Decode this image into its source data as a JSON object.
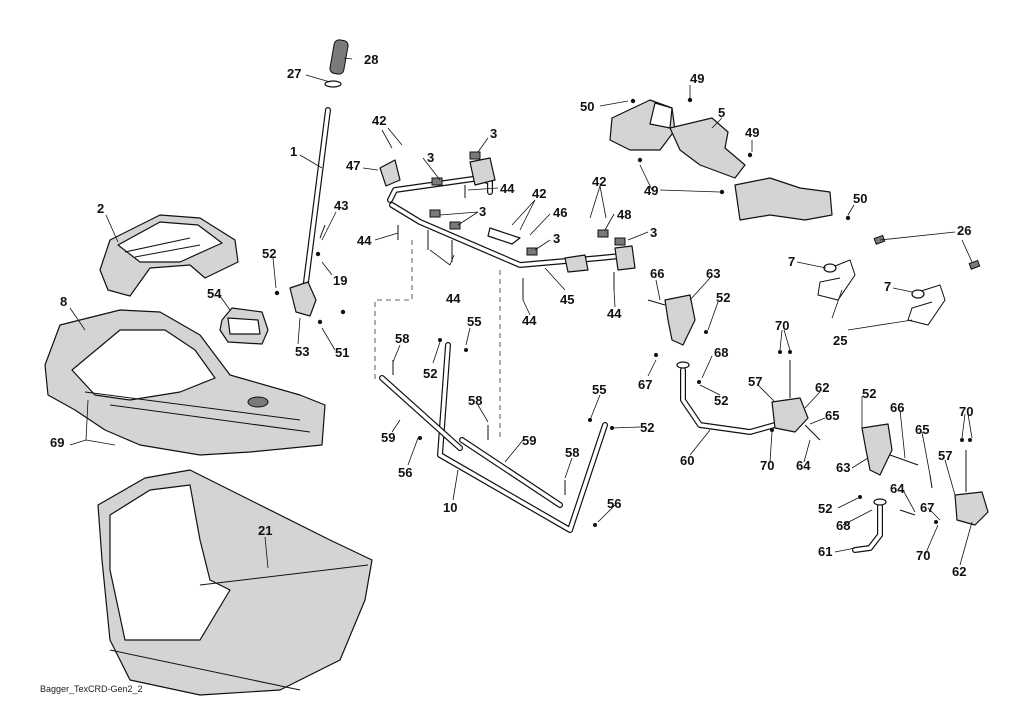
{
  "caption": "Bagger_TexCRD-Gen2_2",
  "callouts": [
    {
      "id": "c28a",
      "text": "28"
    },
    {
      "id": "c27a",
      "text": "27"
    },
    {
      "id": "c1a",
      "text": "1"
    },
    {
      "id": "c2a",
      "text": "2"
    },
    {
      "id": "c8a",
      "text": "8"
    },
    {
      "id": "c69a",
      "text": "69"
    },
    {
      "id": "c21a",
      "text": "21"
    },
    {
      "id": "c43a",
      "text": "43"
    },
    {
      "id": "c52a",
      "text": "52"
    },
    {
      "id": "c19a",
      "text": "19"
    },
    {
      "id": "c54a",
      "text": "54"
    },
    {
      "id": "c53a",
      "text": "53"
    },
    {
      "id": "c51a",
      "text": "51"
    },
    {
      "id": "c42a",
      "text": "42"
    },
    {
      "id": "c47a",
      "text": "47"
    },
    {
      "id": "c3a",
      "text": "3"
    },
    {
      "id": "c3b",
      "text": "3"
    },
    {
      "id": "c44a",
      "text": "44"
    },
    {
      "id": "c44b",
      "text": "44"
    },
    {
      "id": "c3c",
      "text": "3"
    },
    {
      "id": "c44c",
      "text": "44"
    },
    {
      "id": "c42b",
      "text": "42"
    },
    {
      "id": "c46a",
      "text": "46"
    },
    {
      "id": "c42c",
      "text": "42"
    },
    {
      "id": "c48a",
      "text": "48"
    },
    {
      "id": "c3d",
      "text": "3"
    },
    {
      "id": "c3e",
      "text": "3"
    },
    {
      "id": "c45a",
      "text": "45"
    },
    {
      "id": "c44d",
      "text": "44"
    },
    {
      "id": "c44e",
      "text": "44"
    },
    {
      "id": "c49a",
      "text": "49"
    },
    {
      "id": "c50a",
      "text": "50"
    },
    {
      "id": "c5a",
      "text": "5"
    },
    {
      "id": "c49b",
      "text": "49"
    },
    {
      "id": "c49c",
      "text": "49"
    },
    {
      "id": "c50b",
      "text": "50"
    },
    {
      "id": "c26a",
      "text": "26"
    },
    {
      "id": "c7a",
      "text": "7"
    },
    {
      "id": "c7b",
      "text": "7"
    },
    {
      "id": "c25a",
      "text": "25"
    },
    {
      "id": "c66a",
      "text": "66"
    },
    {
      "id": "c63a",
      "text": "63"
    },
    {
      "id": "c52b",
      "text": "52"
    },
    {
      "id": "c55a",
      "text": "55"
    },
    {
      "id": "c58a",
      "text": "58"
    },
    {
      "id": "c52c",
      "text": "52"
    },
    {
      "id": "c67a",
      "text": "67"
    },
    {
      "id": "c68a",
      "text": "68"
    },
    {
      "id": "c52d",
      "text": "52"
    },
    {
      "id": "c70a",
      "text": "70"
    },
    {
      "id": "c57a",
      "text": "57"
    },
    {
      "id": "c62a",
      "text": "62"
    },
    {
      "id": "c65a",
      "text": "65"
    },
    {
      "id": "c59a",
      "text": "59"
    },
    {
      "id": "c58b",
      "text": "58"
    },
    {
      "id": "c56a",
      "text": "56"
    },
    {
      "id": "c59b",
      "text": "59"
    },
    {
      "id": "c55b",
      "text": "55"
    },
    {
      "id": "c52e",
      "text": "52"
    },
    {
      "id": "c58c",
      "text": "58"
    },
    {
      "id": "c10a",
      "text": "10"
    },
    {
      "id": "c56b",
      "text": "56"
    },
    {
      "id": "c60a",
      "text": "60"
    },
    {
      "id": "c70b",
      "text": "70"
    },
    {
      "id": "c64a",
      "text": "64"
    },
    {
      "id": "c52f",
      "text": "52"
    },
    {
      "id": "c66b",
      "text": "66"
    },
    {
      "id": "c70c",
      "text": "70"
    },
    {
      "id": "c65b",
      "text": "65"
    },
    {
      "id": "c57b",
      "text": "57"
    },
    {
      "id": "c63b",
      "text": "63"
    },
    {
      "id": "c64b",
      "text": "64"
    },
    {
      "id": "c67b",
      "text": "67"
    },
    {
      "id": "c52g",
      "text": "52"
    },
    {
      "id": "c68b",
      "text": "68"
    },
    {
      "id": "c61a",
      "text": "61"
    },
    {
      "id": "c70d",
      "text": "70"
    },
    {
      "id": "c62b",
      "text": "62"
    }
  ]
}
